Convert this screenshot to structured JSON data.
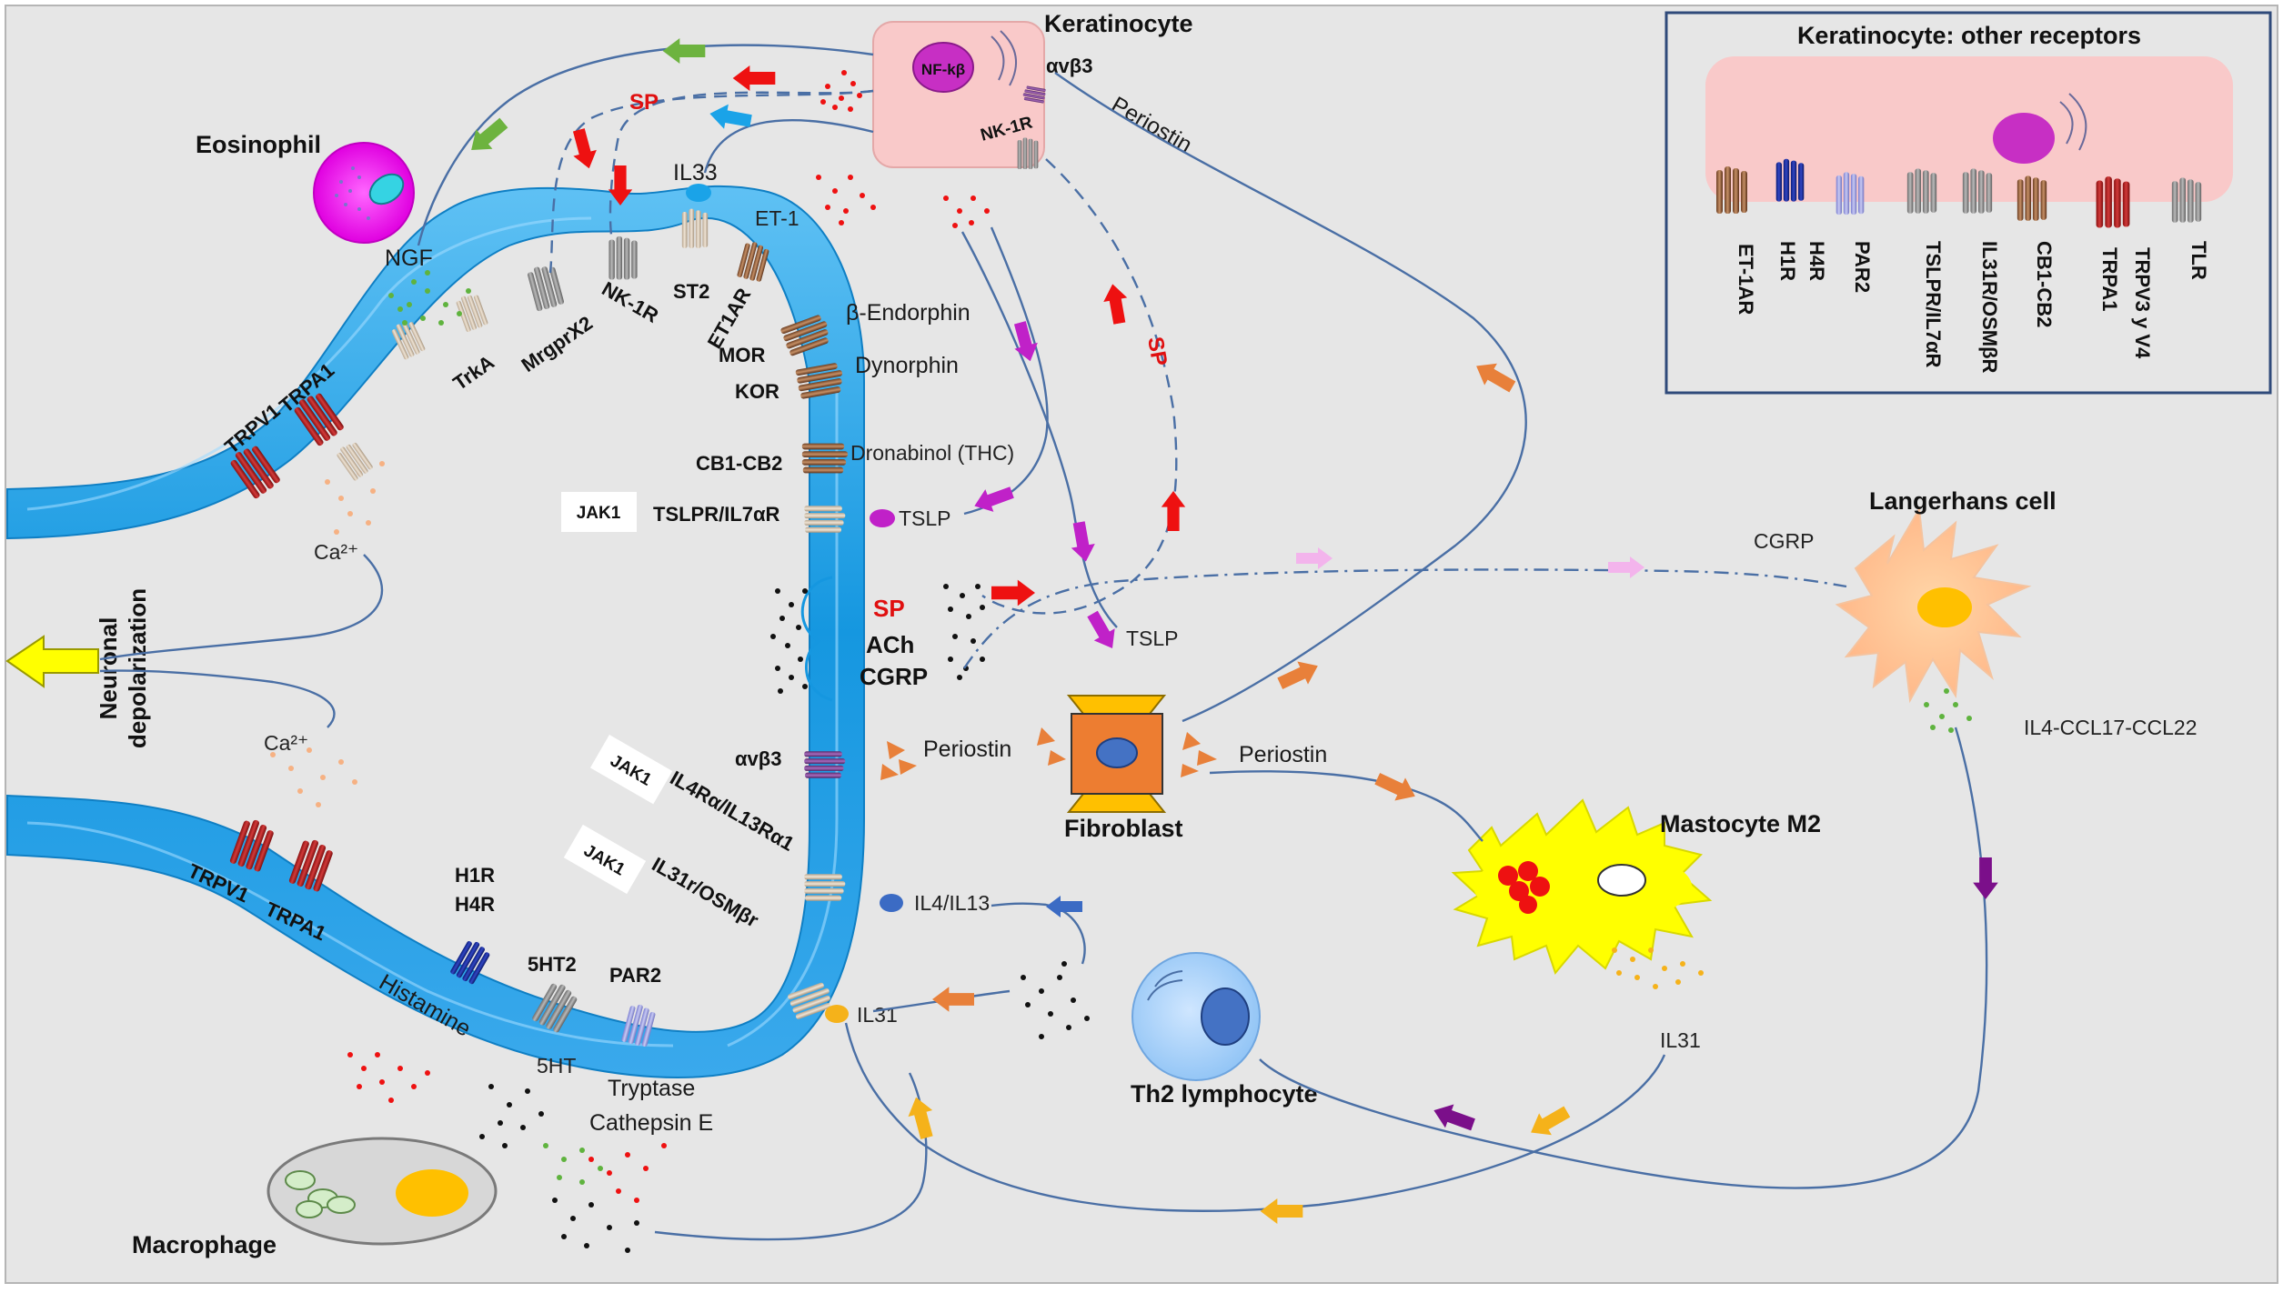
{
  "neuron": {
    "depolarization": [
      "Neuronal",
      "depolarization"
    ],
    "calcium": "Ca²⁺",
    "upper_receptors": [
      "TRPV1",
      "TRPA1",
      "TrkA",
      "MrgprX2",
      "NK-1R",
      "ST2",
      "ET1AR",
      "MOR",
      "KOR"
    ],
    "axon_receptors": [
      "CB1-CB2",
      "TSLPR/IL7αR",
      "αvβ3",
      "IL4Rα/IL13Rα1",
      "IL31r/OSMβr"
    ],
    "lower_receptors": [
      "TRPV1",
      "TRPA1",
      "H1R",
      "H4R",
      "5HT2",
      "PAR2"
    ],
    "jak": "JAK1"
  },
  "mediators": {
    "ngf": "NGF",
    "sp": "SP",
    "il33": "IL33",
    "et1": "ET-1",
    "b_endorphin": "β-Endorphin",
    "dynorphin": "Dynorphin",
    "dronabinol": "Dronabinol (THC)",
    "tslp": "TSLP",
    "ach": "ACh",
    "cgrp": "CGRP",
    "periostin": "Periostin",
    "il4_il13": "IL4/IL13",
    "il31": "IL31",
    "histamine": "Histamine",
    "serotonin": "5HT",
    "tryptase": "Tryptase",
    "cathepsin": "Cathepsin E",
    "il4_ccl": "IL4-CCL17-CCL22"
  },
  "cells": {
    "keratinocyte": "Keratinocyte",
    "nfkb": "NF-kβ",
    "integrin": "αvβ3",
    "nk1r": "NK-1R",
    "eosinophil": "Eosinophil",
    "langerhans": "Langerhans cell",
    "fibroblast": "Fibroblast",
    "mastocyte": "Mastocyte M2",
    "th2": "Th2 lymphocyte",
    "macrophage": "Macrophage"
  },
  "inset": {
    "title": "Keratinocyte: other receptors",
    "receptors": [
      "ET-1AR",
      "H1R",
      "H4R",
      "PAR2",
      "TSLPR/IL7αR",
      "IL31R/OSMβR",
      "CB1-CB2",
      "TRPA1",
      "TRPV3 y V4",
      "TLR"
    ]
  },
  "colors": {
    "background": "#e6e6e6",
    "nerve": "#1d9ee6",
    "keratinocyte": "#f9c9c9",
    "sp_arrow": "#ee1111",
    "ngf_arrow": "#6db33f",
    "il33_arrow": "#1aa3e8",
    "tslp_arrow": "#c021c8",
    "periostin_arrow": "#e8803a",
    "il31_arrow": "#f5b21a",
    "th2_arrow": "#7b0f8a",
    "il4_arrow": "#3b6bc4"
  }
}
